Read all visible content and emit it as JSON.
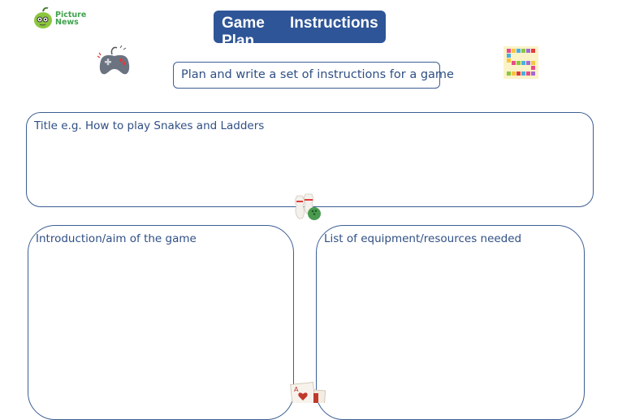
{
  "logo": {
    "text_line1": "Picture",
    "text_line2": "News"
  },
  "header": {
    "title_word1": "Game",
    "title_word2": "Instructions",
    "title_word3": "Plan"
  },
  "subtitle": "Plan and write a set of instructions for a game",
  "sections": {
    "title_box": {
      "label": "Title e.g. How to play Snakes and Ladders"
    },
    "intro_box": {
      "label": "Introduction/aim of the game"
    },
    "equipment_box": {
      "label": "List of equipment/resources needed"
    }
  },
  "icons": [
    "apple-logo-icon",
    "game-controller-icon",
    "board-game-icon",
    "bowling-icon",
    "playing-cards-icon"
  ],
  "colors": {
    "primary": "#2e5597",
    "border": "#3b5e95",
    "text": "#2f4f85",
    "logo_green": "#3fa34d"
  }
}
